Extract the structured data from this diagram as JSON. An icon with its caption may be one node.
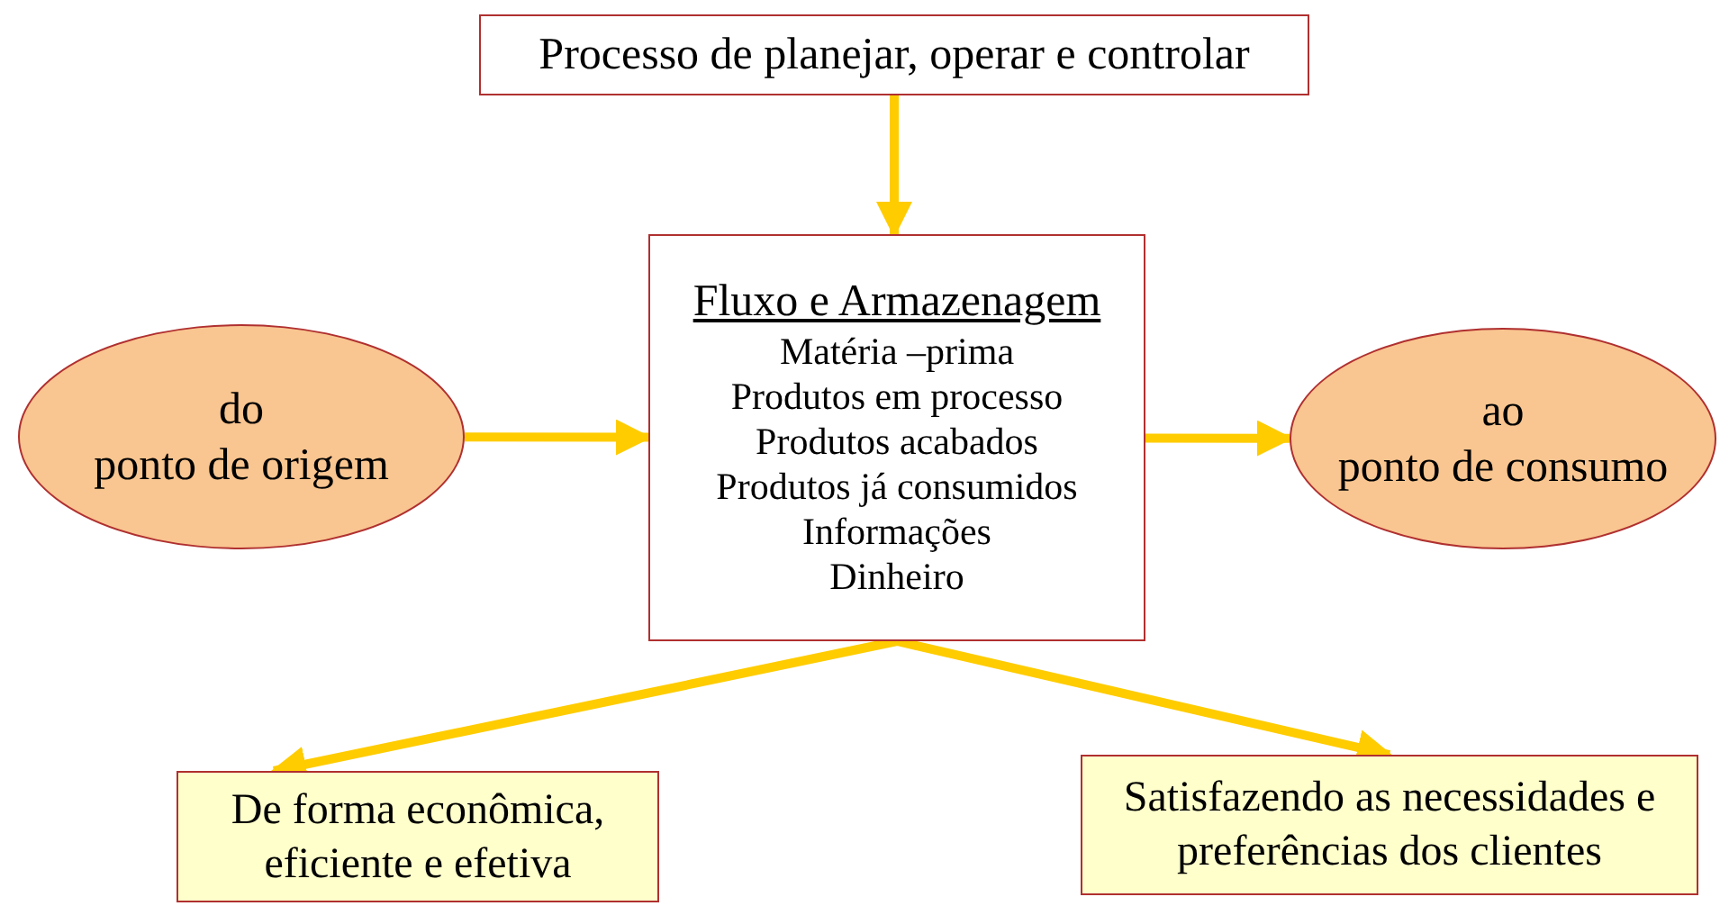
{
  "diagram": {
    "nodes": [
      {
        "text": [
          "Processo de planejar, operar e controlar"
        ]
      },
      {
        "text": [
          "Fluxo e Armazenagem",
          "Matéria –prima",
          "Produtos em processo",
          "Produtos acabados",
          "Produtos já consumidos",
          "Informações",
          "Dinheiro"
        ]
      },
      {
        "text": [
          "do",
          "ponto de origem"
        ]
      },
      {
        "text": [
          "ao",
          "ponto de consumo"
        ]
      },
      {
        "text": [
          "De forma econômica, eficiente e efetiva"
        ]
      },
      {
        "text": [
          "Satisfazendo as necessidades e preferências dos clientes"
        ]
      }
    ],
    "edges": [
      {
        "from": 0,
        "to": 1,
        "arrow": "to"
      },
      {
        "from": 2,
        "to": 1,
        "arrow": "to"
      },
      {
        "from": 1,
        "to": 3,
        "arrow": "to"
      },
      {
        "from": 1,
        "to": 4,
        "arrow": "to"
      },
      {
        "from": 1,
        "to": 5,
        "arrow": "to"
      }
    ]
  }
}
